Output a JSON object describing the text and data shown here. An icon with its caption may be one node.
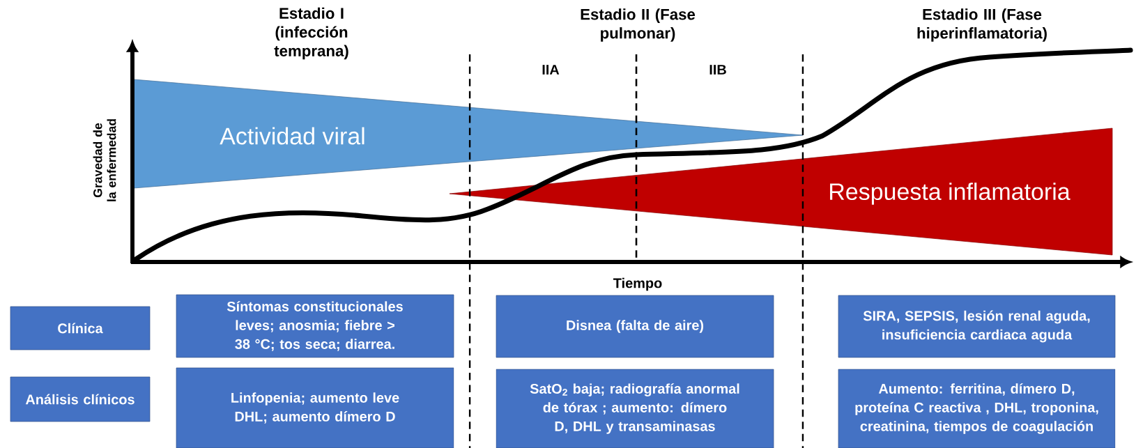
{
  "diagram": {
    "nodes": [
      {
        "text": [
          "Actividad viral"
        ]
      },
      {
        "text": [
          "Respuesta inflamatoria"
        ]
      },
      {
        "text": [
          "Clínica"
        ]
      },
      {
        "text": [
          "Síntomas constitucionales leves; anosmia; fiebre > 38 °C; tos seca; diarrea."
        ]
      },
      {
        "text": [
          "Disnea (falta de aire)"
        ]
      },
      {
        "text": [
          "SIRA, SEPSIS, lesión renal aguda, insuficiencia cardiaca aguda"
        ]
      },
      {
        "text": [
          "Análisis clínicos"
        ]
      },
      {
        "text": [
          "Linfopenia; aumento leve DHL; aumento dímero D"
        ]
      },
      {
        "text": [
          "SatO$_{2}$ baja; radiografía anormal de tórax ; aumento: dímero D, DHL y transaminasas"
        ]
      },
      {
        "text": [
          "Aumento: ferritina, dímero D, proteína C reactiva , DHL, troponina, creatinina, tiempos de coagulación"
        ]
      }
    ],
    "labels": [
      "Estadio I (infección temprana)",
      "Estadio II (Fase pulmonar)",
      "Estadio III (Fase hiperinflamatoria)",
      "IIA",
      "IIB",
      "Gravedad de la enfermedad",
      "Tiempo"
    ]
  }
}
